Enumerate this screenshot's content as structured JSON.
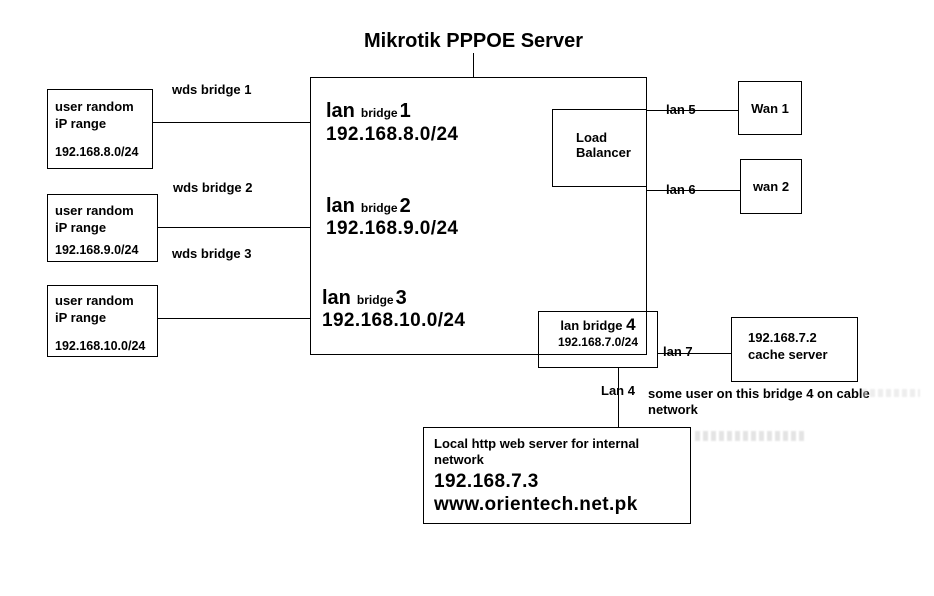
{
  "title": "Mikrotik PPPOE Server",
  "user_boxes": [
    {
      "line1": "user random",
      "line2": "iP range",
      "ip": "192.168.8.0/24"
    },
    {
      "line1": "user random",
      "line2": "iP range",
      "ip": "192.168.9.0/24"
    },
    {
      "line1": "user random",
      "line2": "iP range",
      "ip": "192.168.10.0/24"
    }
  ],
  "wds_labels": {
    "wds1": "wds bridge 1",
    "wds2": "wds bridge 2",
    "wds3": "wds bridge 3"
  },
  "bridges": [
    {
      "word1": "lan",
      "word2": "bridge",
      "num": "1",
      "ip": "192.168.8.0/24"
    },
    {
      "word1": "lan",
      "word2": "bridge",
      "num": "2",
      "ip": "192.168.9.0/24"
    },
    {
      "word1": "lan",
      "word2": "bridge",
      "num": "3",
      "ip": "192.168.10.0/24"
    }
  ],
  "load_balancer": {
    "line1": "Load",
    "line2": "Balancer"
  },
  "wan1_label": "Wan 1",
  "wan2_label": "wan 2",
  "port_labels": {
    "lan5": "lan 5",
    "lan6": "lan 6",
    "lan7": "lan 7",
    "lan4": "Lan 4"
  },
  "bridge4": {
    "label": "lan bridge",
    "num": "4",
    "ip": "192.168.7.0/24"
  },
  "cache_server": {
    "ip": "192.168.7.2",
    "name": "cache server"
  },
  "note": {
    "line1": "some user on this bridge 4 on cable",
    "line2": "network"
  },
  "web_server": {
    "line1": "Local http web server for internal",
    "line2": "network",
    "ip": "192.168.7.3",
    "url": "www.orientech.net.pk"
  },
  "colors": {
    "line": "#000000",
    "text": "#000000",
    "background": "#ffffff"
  }
}
